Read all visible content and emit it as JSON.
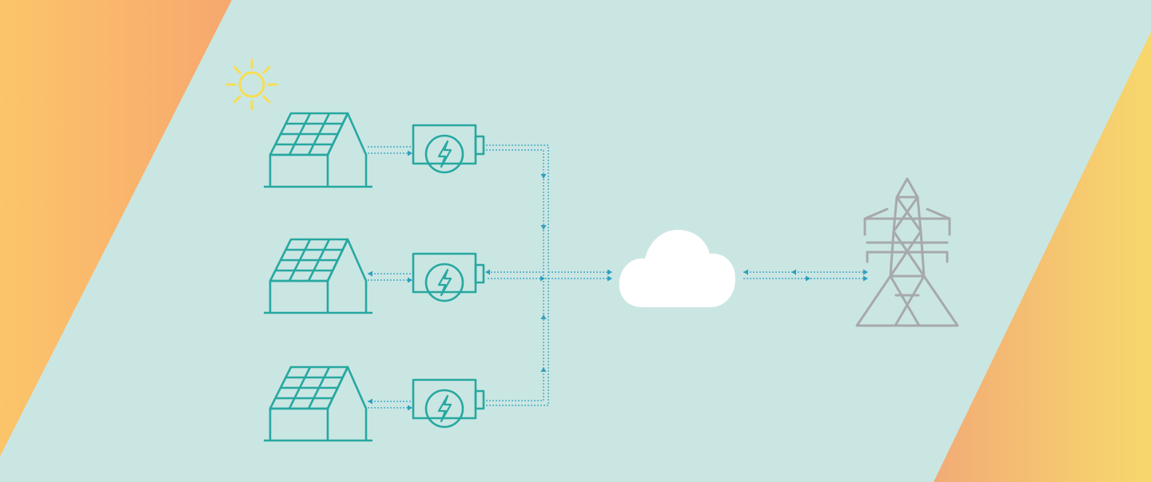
{
  "colors": {
    "background_panel": "#cae6e3",
    "gradient_left_start": "#fcc56a",
    "gradient_left_end": "#f6a46f",
    "gradient_right_start": "#f2a877",
    "gradient_right_end": "#f7d86c",
    "house_stroke": "#27a8a0",
    "battery_stroke": "#27a8a0",
    "flow_line": "#2f9fc0",
    "sun": "#f8dd52",
    "cloud": "#ffffff",
    "pylon": "#a7a9ac"
  },
  "icons": {
    "sun": "sun-icon",
    "house": "solar-house-icon",
    "battery": "battery-bolt-icon",
    "cloud": "cloud-icon",
    "pylon": "power-pylon-icon"
  },
  "diagram": {
    "rows": 3,
    "flows": [
      "house-to-battery",
      "battery-to-cloud",
      "cloud-to-grid",
      "grid-to-cloud"
    ]
  }
}
